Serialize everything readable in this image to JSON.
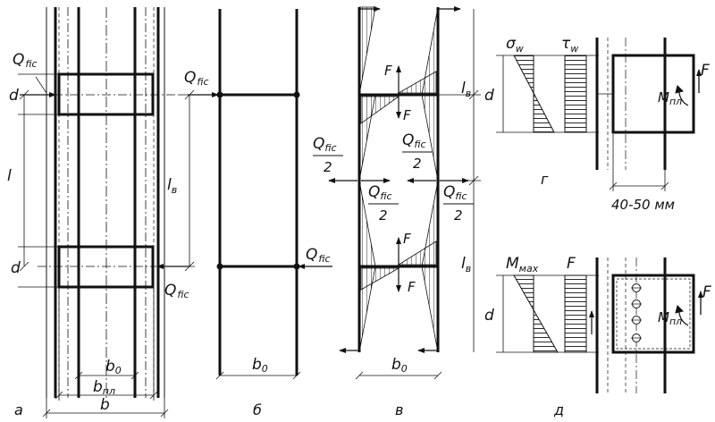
{
  "panels": {
    "a": {
      "caption": "а",
      "q_top": "Q",
      "q_top_sub": "fic",
      "q_bottom": "Q",
      "q_bottom_sub": "fic",
      "d_top": "d",
      "d_bottom": "d",
      "l": "l",
      "l_v": "l",
      "l_v_sub": "в",
      "b0": "b",
      "b0_sub": "0",
      "bpl": "b",
      "bpl_sub": "пл",
      "b": "b"
    },
    "b": {
      "caption": "б",
      "q_top": "Q",
      "q_top_sub": "fic",
      "q_bottom": "Q",
      "q_bottom_sub": "fic",
      "b0": "b",
      "b0_sub": "0"
    },
    "v": {
      "caption": "в",
      "f_top_up": "F",
      "f_top_down": "F",
      "f_bot_up": "F",
      "f_bot_down": "F",
      "q_left": "Q",
      "q_left_sub": "fic",
      "q_left_den": "2",
      "q_mid_top": "Q",
      "q_mid_top_sub": "fic",
      "q_mid_top_den": "2",
      "q_mid_low": "Q",
      "q_mid_low_sub": "fic",
      "q_mid_low_den": "2",
      "q_right": "Q",
      "q_right_sub": "fic",
      "q_right_den": "2",
      "l_top": "l",
      "l_top_sub": "в",
      "l_bot": "l",
      "l_bot_sub": "в",
      "b0": "b",
      "b0_sub": "0"
    },
    "g": {
      "caption": "г",
      "sigma": "σ",
      "sigma_sub": "w",
      "tau": "τ",
      "tau_sub": "w",
      "d": "d",
      "m": "M",
      "m_sub": "пл",
      "f": "F",
      "dim": "40-50 мм"
    },
    "d": {
      "caption": "д",
      "mmax": "M",
      "mmax_sub": "мах",
      "f_top": "F",
      "d": "d",
      "m": "M",
      "m_sub": "пл",
      "f": "F"
    }
  }
}
